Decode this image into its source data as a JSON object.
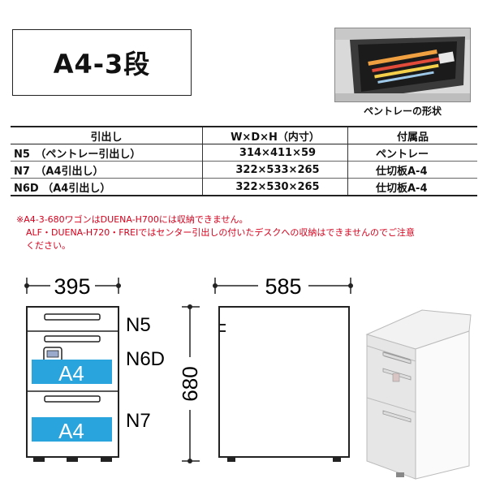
{
  "title": "A4-3段",
  "photo": {
    "caption": "ペントレーの形状"
  },
  "table": {
    "headers": [
      "引出し",
      "W×D×H（内寸）",
      "付属品"
    ],
    "rows": [
      {
        "drawer": "N5　（ペントレー引出し）",
        "size": "314×411×59",
        "accessory": "ペントレー"
      },
      {
        "drawer": "N7　（A4引出し）",
        "size": "322×533×265",
        "accessory": "仕切板A-4"
      },
      {
        "drawer": "N6D （A4引出し）",
        "size": "322×530×265",
        "accessory": "仕切板A-4"
      }
    ]
  },
  "notes": [
    "※A4-3-680ワゴンはDUENA-H700には収納できません。",
    "ALF・DUENA-H720・FREIではセンター引出しの付いたデスクへの収納はできませんのでご注意",
    "ください。"
  ],
  "diagram": {
    "width_label": "395",
    "depth_label": "585",
    "height_label": "680",
    "drawer_labels": [
      "N5",
      "N6D",
      "N7"
    ],
    "a4_label": "A4",
    "accent_color": "#2aa4dd"
  }
}
